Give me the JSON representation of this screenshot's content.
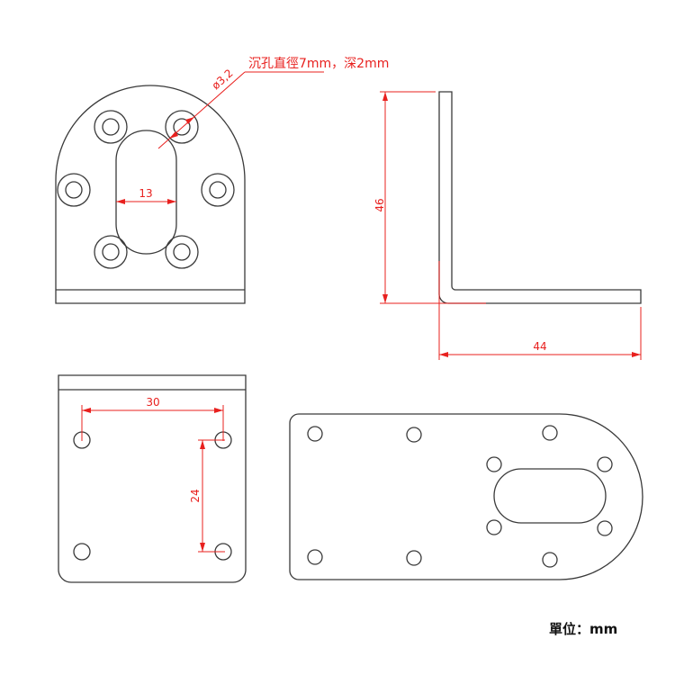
{
  "drawing": {
    "title": "L-bracket technical drawing",
    "units_label": "單位：mm",
    "accent_color": "#e8201e",
    "line_color": "#3a3a3a",
    "views": {
      "front_view": {
        "hole_diameter_label": "ø3,2",
        "countersink_note": "沉孔直徑7mm，深2mm",
        "slot_width_label": "13"
      },
      "side_view": {
        "height_label": "46",
        "length_label": "44"
      },
      "back_view": {
        "hole_spacing_x_label": "30",
        "hole_spacing_y_label": "24"
      },
      "flat_pattern": {
        "hole_count": 10
      }
    }
  }
}
